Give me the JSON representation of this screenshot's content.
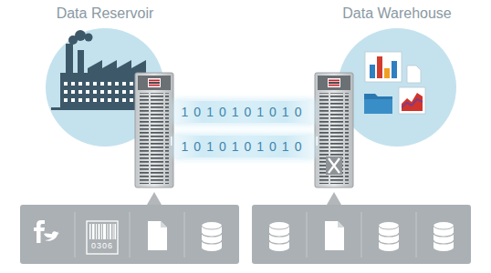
{
  "diagram": {
    "nodes": [
      {
        "text": [
          "Data Reservoir"
        ]
      },
      {
        "text": [
          "Data Warehouse"
        ]
      },
      {
        "text": [
          "1010101010"
        ]
      },
      {
        "text": [
          "1010101010"
        ]
      }
    ],
    "labels": [
      "0306"
    ]
  }
}
